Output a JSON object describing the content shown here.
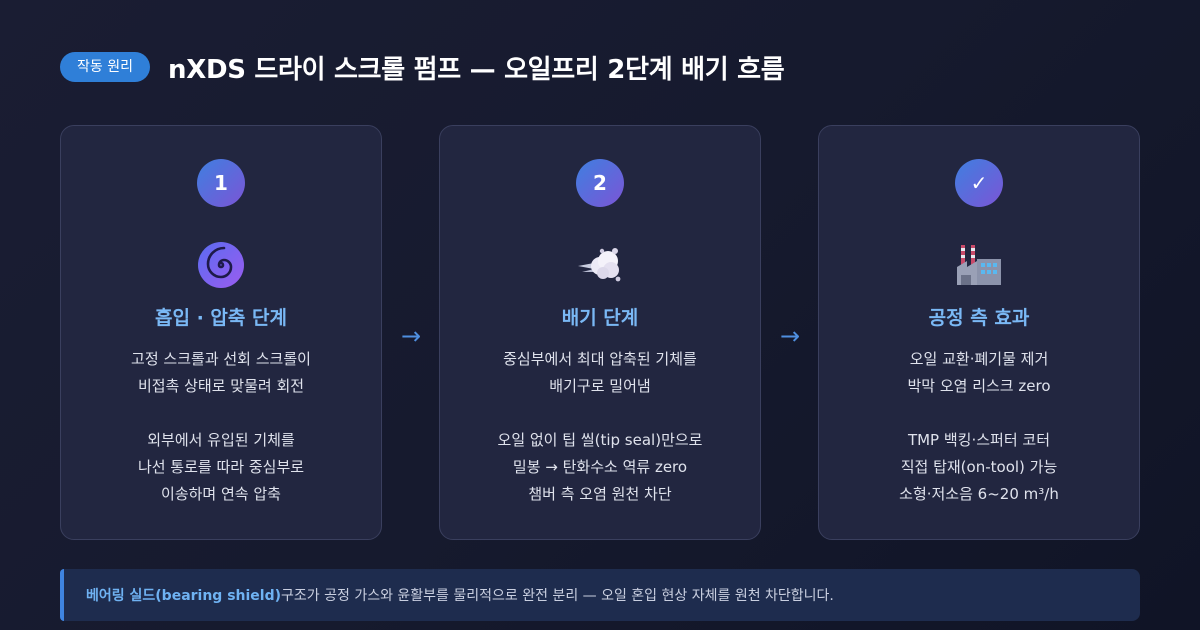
{
  "header": {
    "badge": "작동 원리",
    "title": "nXDS 드라이 스크롤 펌프 — 오일프리 2단계 배기 흐름"
  },
  "cards": [
    {
      "step": "1",
      "icon": "spiral-icon",
      "title": "흡입 · 압축 단계",
      "lines": [
        "고정 스크롤과 선회 스크롤이",
        "비접촉 상태로 맞물려 회전",
        "",
        "외부에서 유입된 기체를",
        "나선 통로를 따라 중심부로",
        "이송하며 연속 압축"
      ]
    },
    {
      "step": "2",
      "icon": "exhaust-cloud-icon",
      "title": "배기 단계",
      "lines": [
        "중심부에서 최대 압축된 기체를",
        "배기구로 밀어냄",
        "",
        "오일 없이 팁 씰(tip seal)만으로",
        "밀봉 → 탄화수소 역류 zero",
        "챔버 측 오염 원천 차단"
      ]
    },
    {
      "step": "✓",
      "icon": "factory-icon",
      "title": "공정 측 효과",
      "lines": [
        "오일 교환·폐기물 제거",
        "박막 오염 리스크 zero",
        "",
        "TMP 백킹·스퍼터 코터",
        "직접 탑재(on-tool) 가능",
        "소형·저소음 6~20 m³/h"
      ]
    }
  ],
  "arrows": [
    "→",
    "→"
  ],
  "footer": {
    "highlight": "베어링 실드(bearing shield)",
    "text": " 구조가 공정 가스와 윤활부를 물리적으로 완전 분리 — 오일 혼입 현상 자체를 원천 차단합니다."
  },
  "colors": {
    "accent": "#2f7fd8",
    "title_blue": "#7ab8f5",
    "card_bg": "#222640"
  }
}
